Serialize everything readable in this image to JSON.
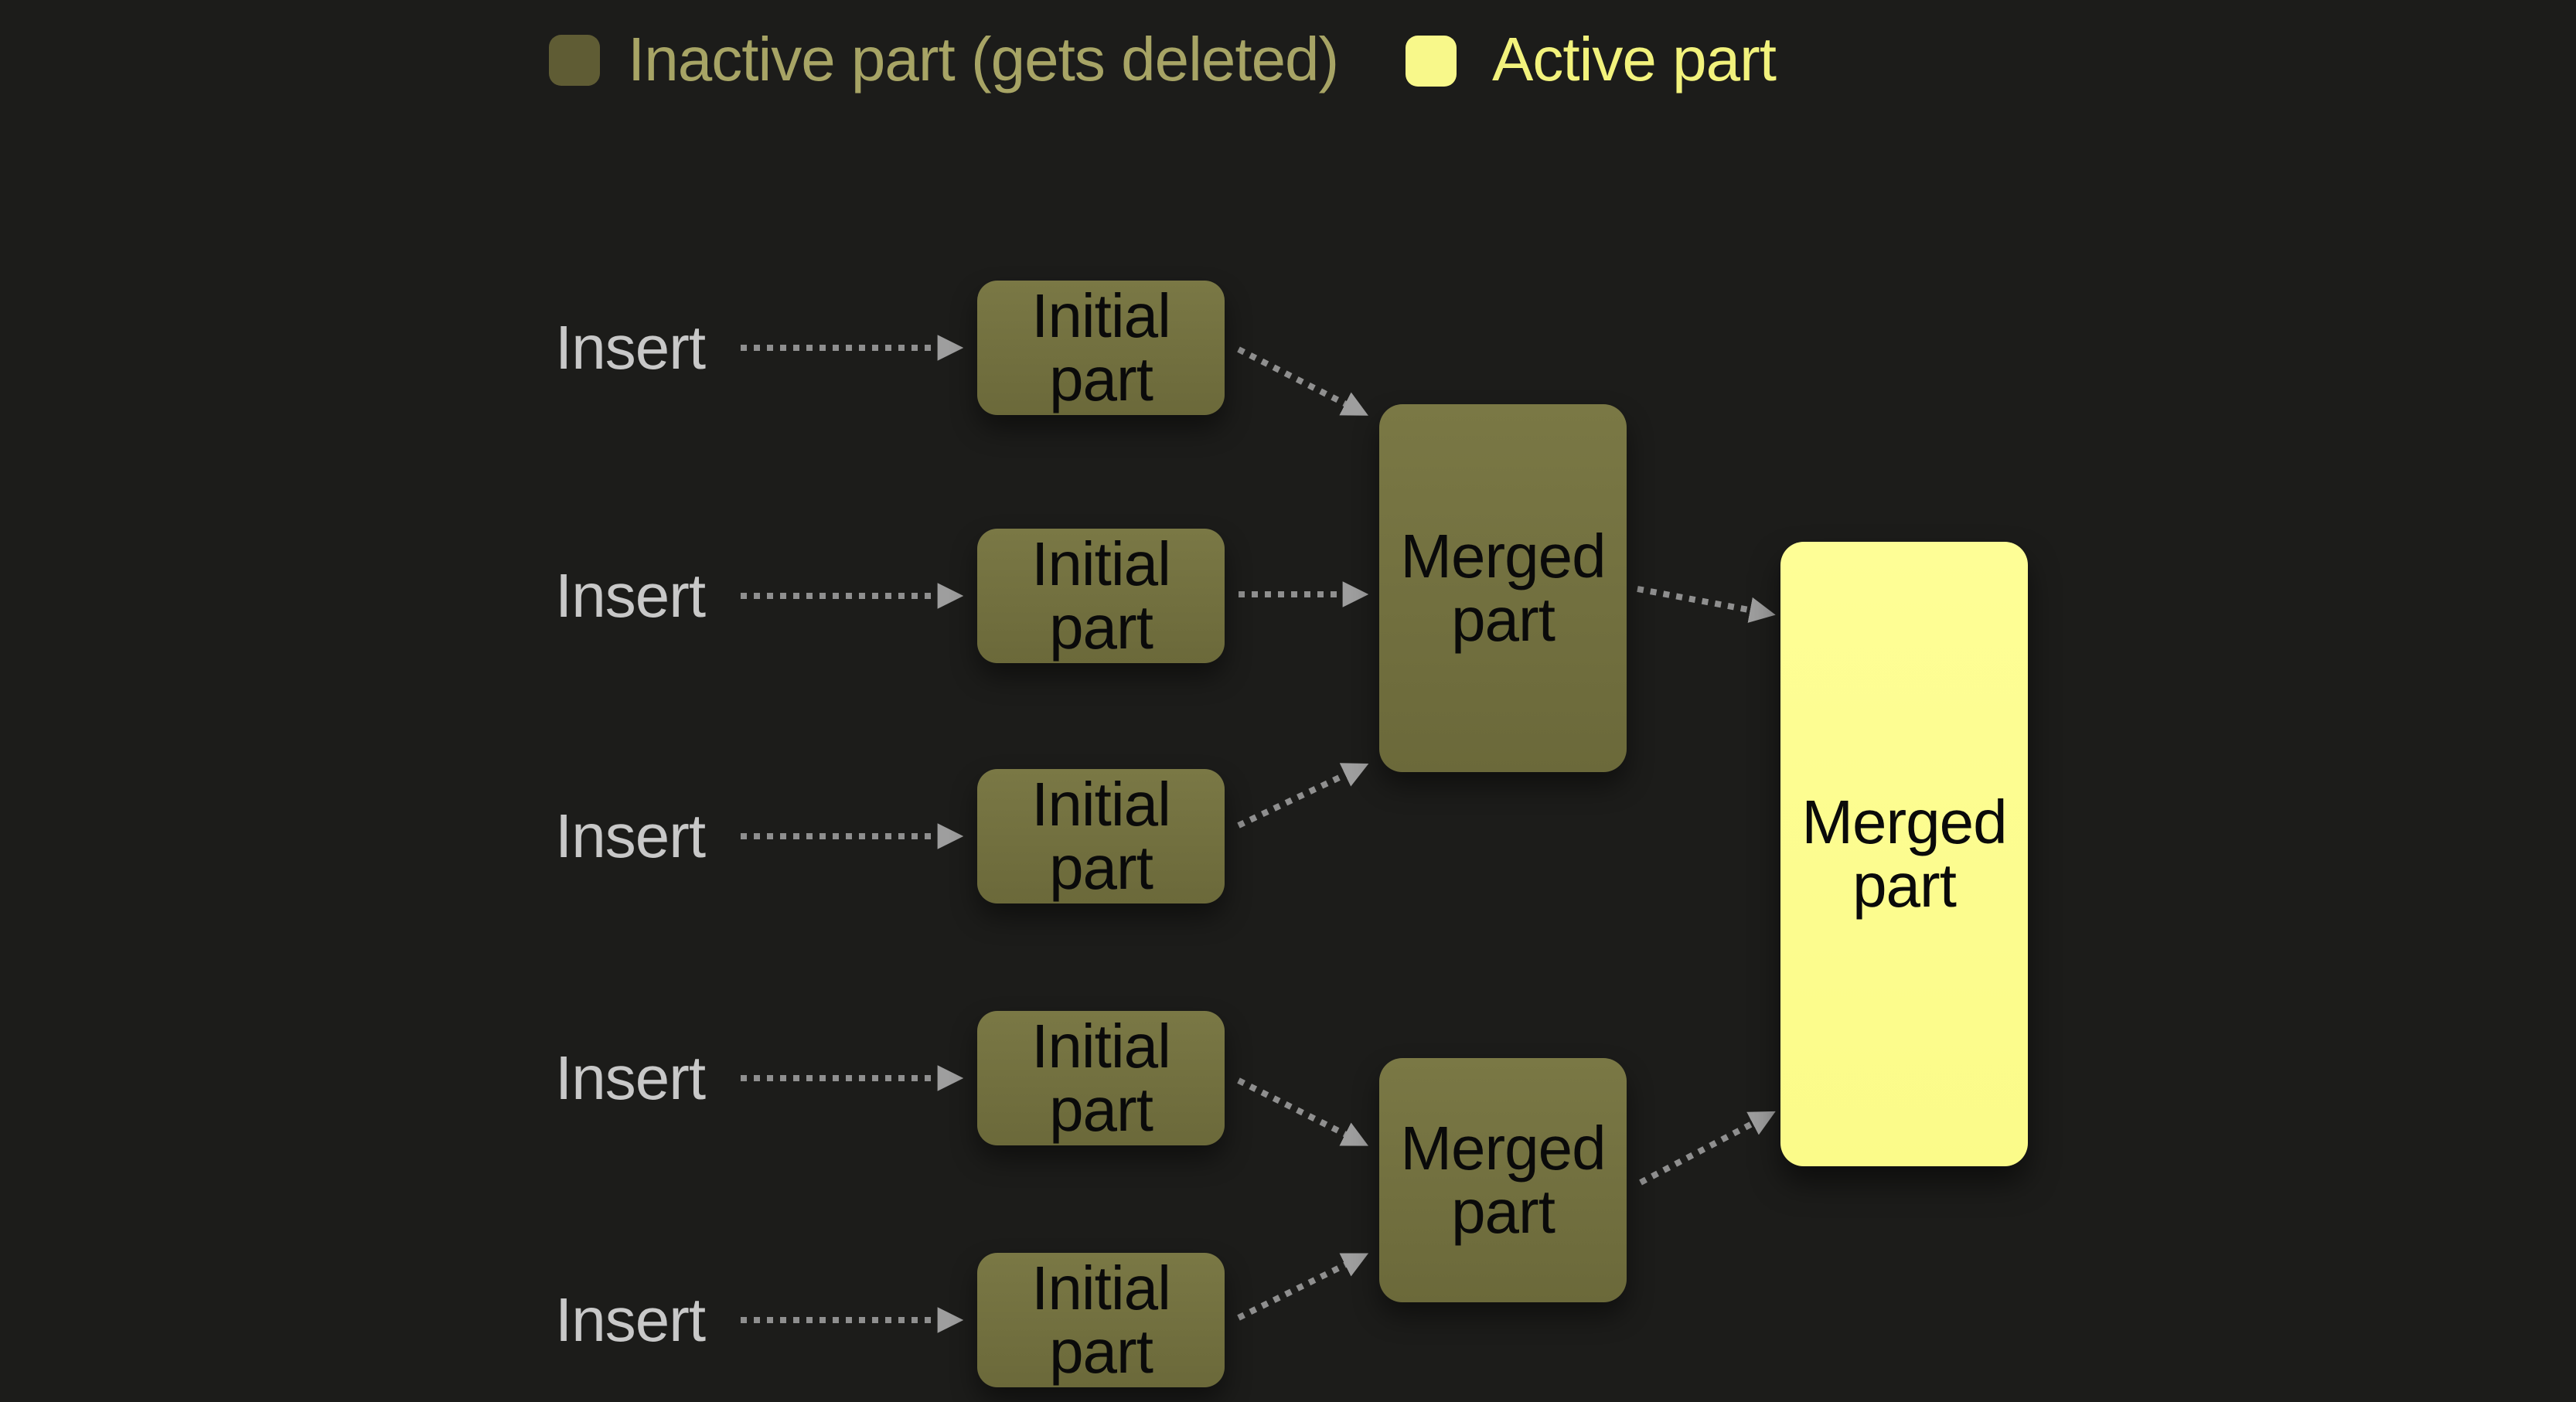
{
  "diagram": {
    "background": "#1c1c1a",
    "colors": {
      "inactive_fill": "#73713f",
      "inactive_legend_chip": "#5f5c34",
      "active_fill": "#fdfd90",
      "active_legend_chip": "#f8f88a",
      "inactive_legend_text": "#a7a465",
      "active_legend_text": "#f2f27c",
      "insert_text": "#c8c8c8",
      "node_text": "#0a0a0a",
      "arrow": "#8f8f8f"
    },
    "legend": {
      "inactive_label": "Inactive part (gets deleted)",
      "active_label": "Active part"
    },
    "rows": [
      {
        "insert_label": "Insert",
        "node_label": "Initial part"
      },
      {
        "insert_label": "Insert",
        "node_label": "Initial part"
      },
      {
        "insert_label": "Insert",
        "node_label": "Initial part"
      },
      {
        "insert_label": "Insert",
        "node_label": "Initial part"
      },
      {
        "insert_label": "Insert",
        "node_label": "Initial part"
      }
    ],
    "merged_nodes": [
      {
        "label": "Merged part"
      },
      {
        "label": "Merged part"
      }
    ],
    "final_node": {
      "label": "Merged part"
    },
    "edges": [
      {
        "from": "insert-label-1",
        "to": "initial-part-1",
        "style": "dotted-arrow"
      },
      {
        "from": "insert-label-2",
        "to": "initial-part-2",
        "style": "dotted-arrow"
      },
      {
        "from": "insert-label-3",
        "to": "initial-part-3",
        "style": "dotted-arrow"
      },
      {
        "from": "insert-label-4",
        "to": "initial-part-4",
        "style": "dotted-arrow"
      },
      {
        "from": "insert-label-5",
        "to": "initial-part-5",
        "style": "dotted-arrow"
      },
      {
        "from": "initial-part-1",
        "to": "merged-part-1",
        "style": "dotted-arrow"
      },
      {
        "from": "initial-part-2",
        "to": "merged-part-1",
        "style": "dotted-arrow"
      },
      {
        "from": "initial-part-3",
        "to": "merged-part-1",
        "style": "dotted-arrow"
      },
      {
        "from": "initial-part-4",
        "to": "merged-part-2",
        "style": "dotted-arrow"
      },
      {
        "from": "initial-part-5",
        "to": "merged-part-2",
        "style": "dotted-arrow"
      },
      {
        "from": "merged-part-1",
        "to": "merged-part-final",
        "style": "dotted-arrow"
      },
      {
        "from": "merged-part-2",
        "to": "merged-part-final",
        "style": "dotted-arrow"
      }
    ]
  }
}
